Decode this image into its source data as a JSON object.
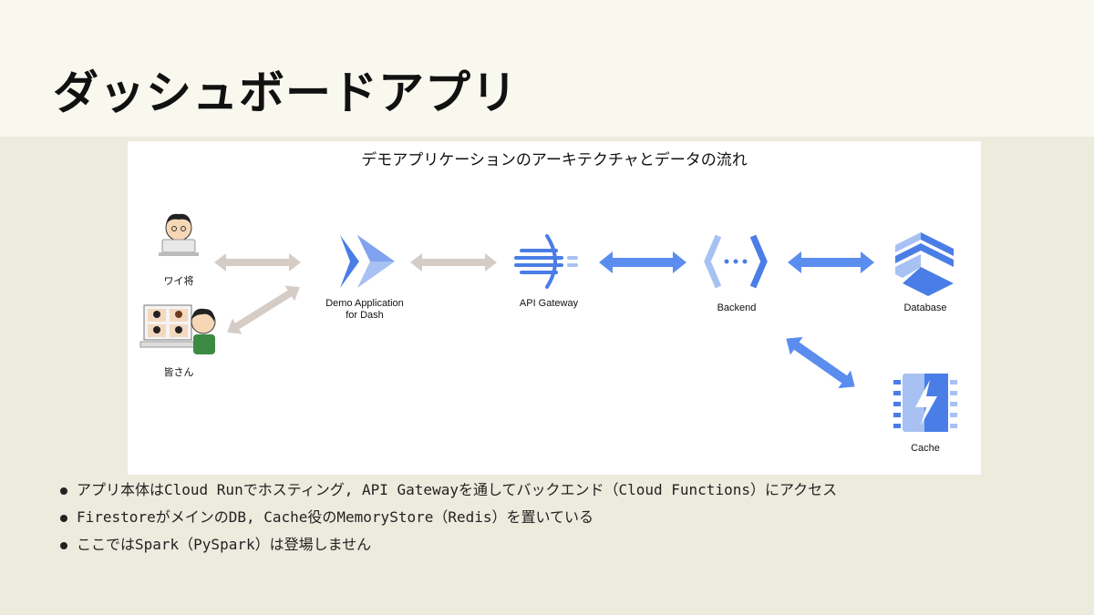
{
  "slide": {
    "title": "ダッシュボードアプリ"
  },
  "diagram": {
    "title": "デモアプリケーションのアーキテクチャとデータの流れ",
    "nodes": {
      "user": "ワイ将",
      "everyone": "皆さん",
      "app_line1": "Demo Application",
      "app_line2": "for Dash",
      "gateway": "API Gateway",
      "backend": "Backend",
      "database": "Database",
      "cache": "Cache"
    },
    "colors": {
      "gray_arrow": "#d6ccc6",
      "blue_arrow": "#5b8def",
      "icon_blue": "#4a7ee6",
      "icon_light": "#a7c1f2"
    }
  },
  "bullets": [
    "アプリ本体はCloud Runでホスティング, API Gatewayを通してバックエンド（Cloud Functions）にアクセス",
    "FirestoreがメインのDB, Cache役のMemoryStore（Redis）を置いている",
    "ここではSpark（PySpark）は登場しません"
  ]
}
